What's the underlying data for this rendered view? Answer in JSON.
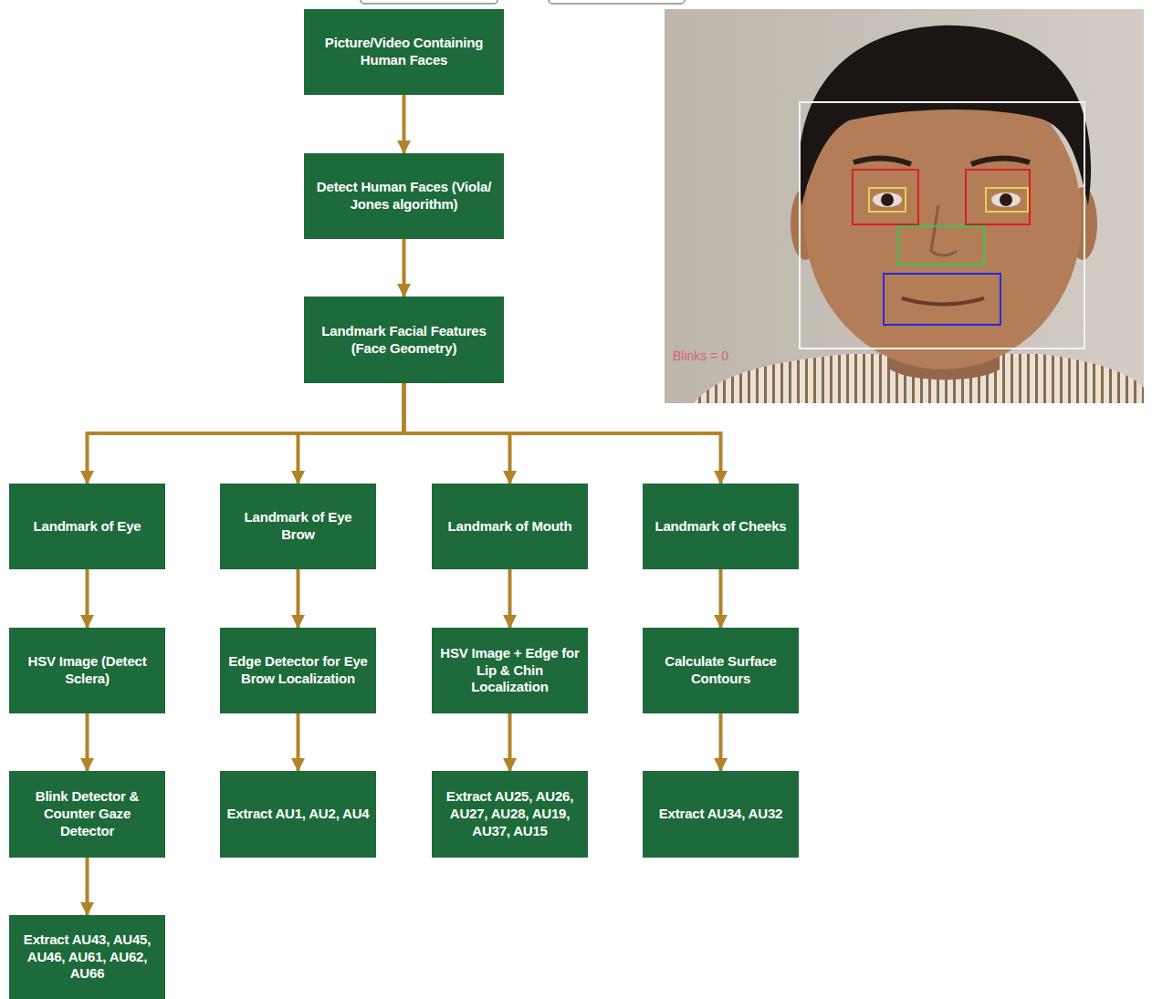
{
  "diagram": {
    "nodes": [
      {
        "text": [
          "Picture/Video Containing Human Faces"
        ]
      },
      {
        "text": [
          "Detect Human Faces (Viola/ Jones algorithm)"
        ]
      },
      {
        "text": [
          "Landmark Facial Features (Face Geometry)"
        ]
      },
      {
        "text": [
          "Landmark of Eye"
        ]
      },
      {
        "text": [
          "Landmark of Eye Brow"
        ]
      },
      {
        "text": [
          "Landmark of Mouth"
        ]
      },
      {
        "text": [
          "Landmark of Cheeks"
        ]
      },
      {
        "text": [
          "HSV Image (Detect Sclera)"
        ]
      },
      {
        "text": [
          "Edge Detector for Eye Brow Localization"
        ]
      },
      {
        "text": [
          "HSV Image + Edge for Lip & Chin Localization"
        ]
      },
      {
        "text": [
          "Calculate Surface Contours"
        ]
      },
      {
        "text": [
          "Blink Detector & Counter Gaze Detector"
        ]
      },
      {
        "text": [
          "Extract AU1, AU2, AU4"
        ]
      },
      {
        "text": [
          "Extract AU25, AU26, AU27, AU28, AU19, AU37, AU15"
        ]
      },
      {
        "text": [
          "Extract AU34, AU32"
        ]
      },
      {
        "text": [
          "Extract AU43, AU45, AU46, AU61, AU62, AU66"
        ]
      }
    ],
    "edges": [
      {
        "from": 0,
        "to": 1,
        "arrow": "to"
      },
      {
        "from": 1,
        "to": 2,
        "arrow": "to"
      },
      {
        "from": 2,
        "to": 3,
        "arrow": "to"
      },
      {
        "from": 2,
        "to": 4,
        "arrow": "to"
      },
      {
        "from": 2,
        "to": 5,
        "arrow": "to"
      },
      {
        "from": 2,
        "to": 6,
        "arrow": "to"
      },
      {
        "from": 3,
        "to": 7,
        "arrow": "to"
      },
      {
        "from": 4,
        "to": 8,
        "arrow": "to"
      },
      {
        "from": 5,
        "to": 9,
        "arrow": "to"
      },
      {
        "from": 6,
        "to": 10,
        "arrow": "to"
      },
      {
        "from": 7,
        "to": 11,
        "arrow": "to"
      },
      {
        "from": 8,
        "to": 12,
        "arrow": "to"
      },
      {
        "from": 9,
        "to": 13,
        "arrow": "to"
      },
      {
        "from": 10,
        "to": 14,
        "arrow": "to"
      },
      {
        "from": 11,
        "to": 15,
        "arrow": "to"
      }
    ],
    "labels": [
      "Blinks = 0"
    ]
  }
}
